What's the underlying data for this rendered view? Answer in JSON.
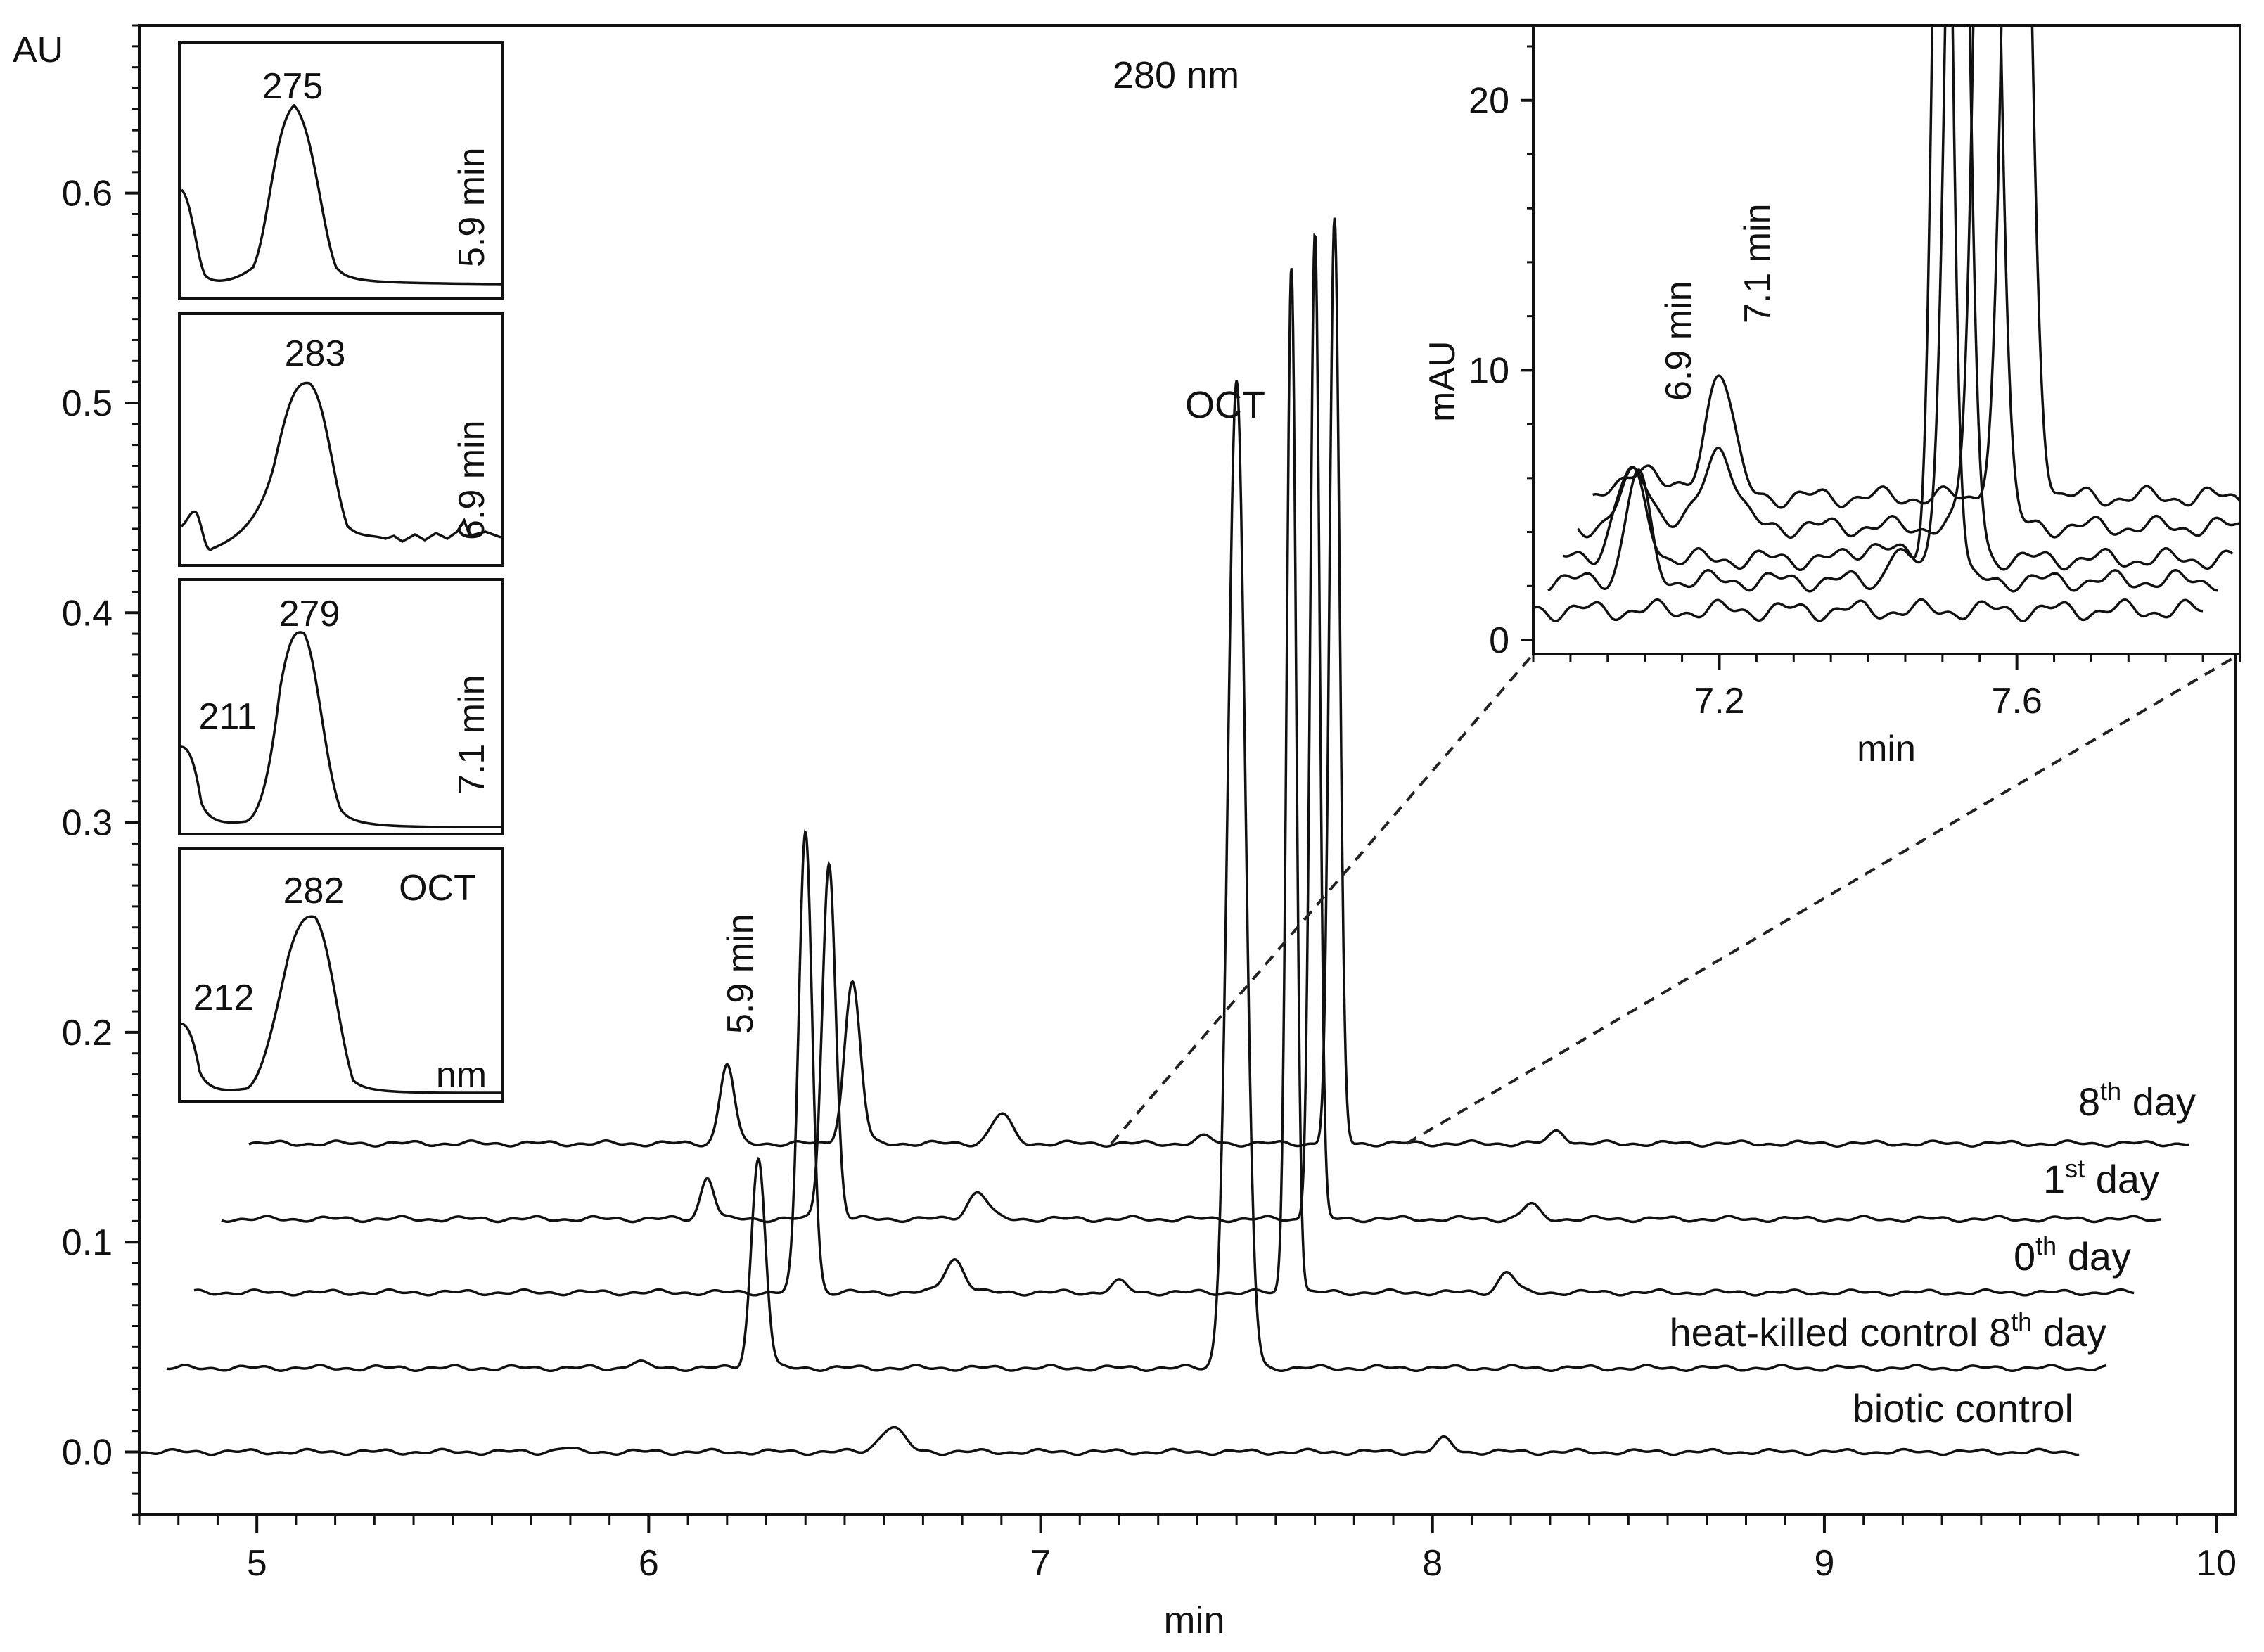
{
  "chart_data": [
    {
      "type": "line",
      "title": "280 nm",
      "xlabel": "min",
      "ylabel": "AU",
      "xlim": [
        4.7,
        10.05
      ],
      "ylim": [
        -0.03,
        0.68
      ],
      "xticks": [
        5,
        6,
        7,
        8,
        9,
        10
      ],
      "yticks": [
        0.0,
        0.1,
        0.2,
        0.3,
        0.4,
        0.5,
        0.6
      ],
      "ytick_labels": [
        "0.0",
        "0.1",
        "0.2",
        "0.3",
        "0.4",
        "0.5",
        "0.6"
      ],
      "series": [
        {
          "name": "biotic control",
          "baseline": 0.0,
          "x_start": 4.7,
          "x_end": 9.65,
          "peaks": [
            {
              "x": 6.62,
              "h": 0.012,
              "w": 0.03
            },
            {
              "x": 8.03,
              "h": 0.006,
              "w": 0.02
            },
            {
              "x": 5.78,
              "h": 0.002,
              "w": 0.02
            }
          ]
        },
        {
          "name": "heat-killed control 8th day",
          "baseline": 0.04,
          "x_start": 4.77,
          "x_end": 9.72,
          "peaks": [
            {
              "x": 6.28,
              "h": 0.1,
              "w": 0.018
            },
            {
              "x": 7.5,
              "h": 0.47,
              "w": 0.022
            },
            {
              "x": 5.97,
              "h": 0.003,
              "w": 0.02
            }
          ]
        },
        {
          "name": "0th day",
          "baseline": 0.076,
          "x_start": 4.84,
          "x_end": 9.79,
          "peaks": [
            {
              "x": 6.4,
              "h": 0.22,
              "w": 0.017
            },
            {
              "x": 6.78,
              "h": 0.016,
              "w": 0.025
            },
            {
              "x": 7.2,
              "h": 0.005,
              "w": 0.02
            },
            {
              "x": 7.64,
              "h": 0.49,
              "w": 0.012
            },
            {
              "x": 8.19,
              "h": 0.01,
              "w": 0.02
            }
          ]
        },
        {
          "name": "1st day",
          "baseline": 0.111,
          "x_start": 4.91,
          "x_end": 9.86,
          "peaks": [
            {
              "x": 6.15,
              "h": 0.02,
              "w": 0.017
            },
            {
              "x": 6.46,
              "h": 0.17,
              "w": 0.017
            },
            {
              "x": 6.84,
              "h": 0.013,
              "w": 0.025
            },
            {
              "x": 7.7,
              "h": 0.47,
              "w": 0.012
            },
            {
              "x": 8.25,
              "h": 0.007,
              "w": 0.02
            }
          ]
        },
        {
          "name": "8th day",
          "baseline": 0.147,
          "x_start": 4.98,
          "x_end": 9.93,
          "peaks": [
            {
              "x": 6.2,
              "h": 0.038,
              "w": 0.018
            },
            {
              "x": 6.52,
              "h": 0.077,
              "w": 0.02
            },
            {
              "x": 6.9,
              "h": 0.014,
              "w": 0.025
            },
            {
              "x": 7.42,
              "h": 0.003,
              "w": 0.02
            },
            {
              "x": 7.75,
              "h": 0.44,
              "w": 0.013
            },
            {
              "x": 8.32,
              "h": 0.006,
              "w": 0.02
            }
          ]
        }
      ],
      "series_labels": [
        {
          "base": "8",
          "sup": "th",
          "rest": " day"
        },
        {
          "base": "1",
          "sup": "st",
          "rest": " day"
        },
        {
          "base": "0",
          "sup": "th",
          "rest": " day"
        },
        {
          "base": "heat-killed control 8",
          "sup": "th",
          "rest": " day"
        },
        {
          "base": "biotic control",
          "sup": "",
          "rest": ""
        }
      ],
      "annotations": [
        "5.9 min",
        "OCT"
      ],
      "grid": false
    },
    {
      "type": "line",
      "role": "inset-zoom",
      "xlabel": "min",
      "ylabel": "mAU",
      "xlim": [
        6.95,
        7.9
      ],
      "ylim": [
        0,
        22
      ],
      "xticks": [
        7.2,
        7.6
      ],
      "yticks": [
        0,
        10,
        20
      ],
      "annotations": [
        "6.9 min",
        "7.1 min"
      ],
      "traces": [
        {
          "offset": 1.1,
          "x_start": 6.95,
          "x_end": 7.85,
          "peaks": []
        },
        {
          "offset": 2.2,
          "x_start": 6.97,
          "x_end": 7.87,
          "peaks": [
            {
              "x": 7.09,
              "h": 4.0,
              "w": 0.015
            },
            {
              "x": 7.44,
              "h": 1.2,
              "w": 0.012
            },
            {
              "x": 7.5,
              "h": 40,
              "w": 0.012
            }
          ]
        },
        {
          "offset": 3.0,
          "x_start": 6.99,
          "x_end": 7.89,
          "peaks": [
            {
              "x": 7.08,
              "h": 3.2,
              "w": 0.02
            },
            {
              "x": 7.41,
              "h": 0.6,
              "w": 0.02
            },
            {
              "x": 7.52,
              "h": 40,
              "w": 0.014
            }
          ]
        },
        {
          "offset": 4.2,
          "x_start": 7.01,
          "x_end": 7.91,
          "peaks": [
            {
              "x": 7.09,
              "h": 2.0,
              "w": 0.02
            },
            {
              "x": 7.2,
              "h": 3.0,
              "w": 0.02
            },
            {
              "x": 7.56,
              "h": 40,
              "w": 0.015
            }
          ]
        },
        {
          "offset": 5.3,
          "x_start": 7.03,
          "x_end": 7.93,
          "peaks": [
            {
              "x": 7.1,
              "h": 1.3,
              "w": 0.02
            },
            {
              "x": 7.2,
              "h": 4.8,
              "w": 0.018
            },
            {
              "x": 7.6,
              "h": 40,
              "w": 0.016
            }
          ]
        }
      ]
    },
    {
      "type": "line",
      "role": "uv-spectra-insets",
      "xlabel": "nm",
      "panels": [
        {
          "retention": "5.9 min",
          "labels": [
            "275"
          ]
        },
        {
          "retention": "6.9 min",
          "labels": [
            "283"
          ]
        },
        {
          "retention": "7.1 min",
          "labels": [
            "279",
            "211"
          ]
        },
        {
          "retention": "OCT",
          "labels": [
            "282",
            "212"
          ]
        }
      ]
    }
  ]
}
